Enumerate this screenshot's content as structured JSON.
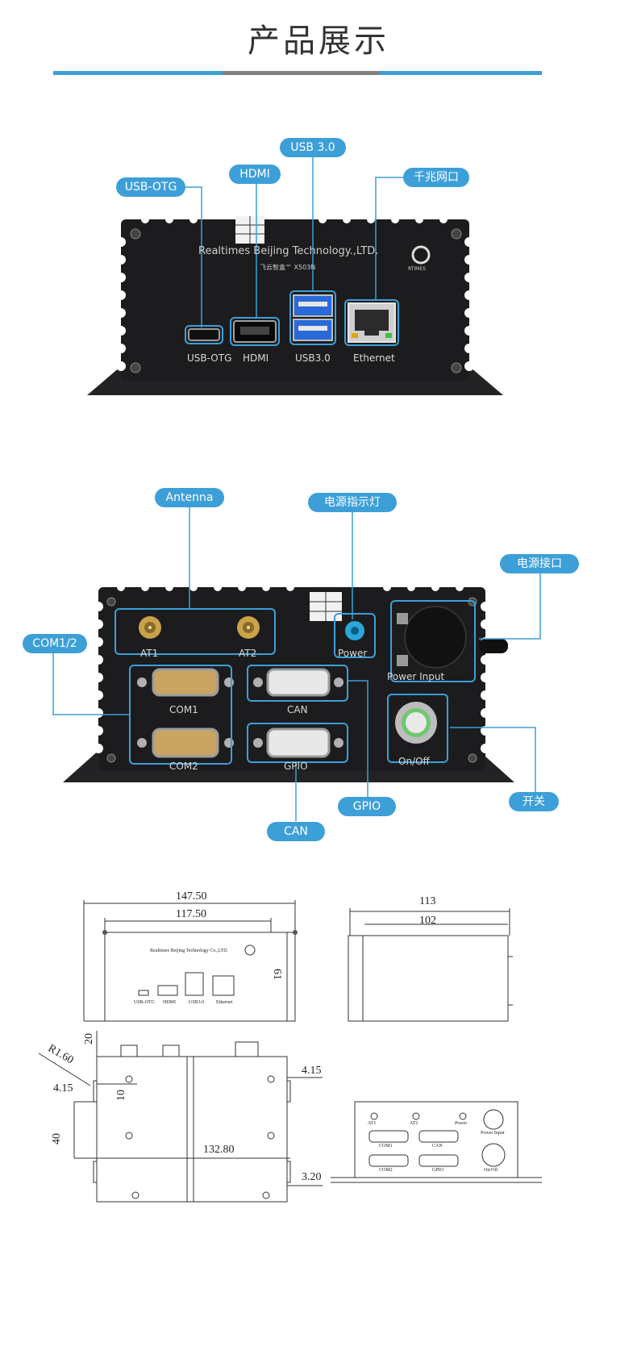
{
  "header": {
    "title": "产品展示",
    "bar_colors": [
      "#3d9fd8",
      "#808080",
      "#3d9fd8"
    ]
  },
  "front_view": {
    "callouts": {
      "usb_otg": "USB-OTG",
      "hdmi": "HDMI",
      "usb3": "USB 3.0",
      "ethernet": "千兆网口"
    },
    "brand_text": "Realtimes Beijing Technology.,LTD.",
    "model_text": "飞云智盒™ X5​03N",
    "logo_text": "RTIMES",
    "ports": {
      "usb_otg": "USB-OTG",
      "hdmi": "HDMI",
      "usb3": "USB3.0",
      "ethernet": "Ethernet"
    }
  },
  "rear_view": {
    "callouts": {
      "antenna": "Antenna",
      "power_led": "电源指示灯",
      "power_port": "电源接口",
      "com": "COM1/2",
      "gpio": "GPIO",
      "can": "CAN",
      "switch": "开关"
    },
    "ports": {
      "at1": "AT1",
      "at2": "AT2",
      "power": "Power",
      "power_input": "Power Input",
      "com1": "COM1",
      "com2": "COM2",
      "can": "CAN",
      "gpio": "GPIO",
      "onoff": "On/Off"
    }
  },
  "drawings": {
    "front": {
      "width_outer": "147.50",
      "width_inner": "117.50",
      "height": "61",
      "brand": "Realtimes Beijing Technology Co.,LTD.",
      "ports": [
        "USB-OTG",
        "HDMI",
        "USB3.0",
        "Ethernet"
      ]
    },
    "side": {
      "width_outer": "113",
      "width_inner": "102"
    },
    "top": {
      "radius": "R1.60",
      "d_20": "20",
      "d_415_left": "4.15",
      "d_10": "10",
      "d_40": "40",
      "d_13280": "132.80",
      "d_415_right": "4.15",
      "d_320": "3.20"
    },
    "rear": {
      "ports": [
        "AT1",
        "AT2",
        "Power",
        "Power Input",
        "COM1",
        "CAN",
        "COM2",
        "GPIO",
        "On/Off"
      ]
    }
  },
  "colors": {
    "accent": "#3d9fd8",
    "device": "#1c1c1e"
  }
}
